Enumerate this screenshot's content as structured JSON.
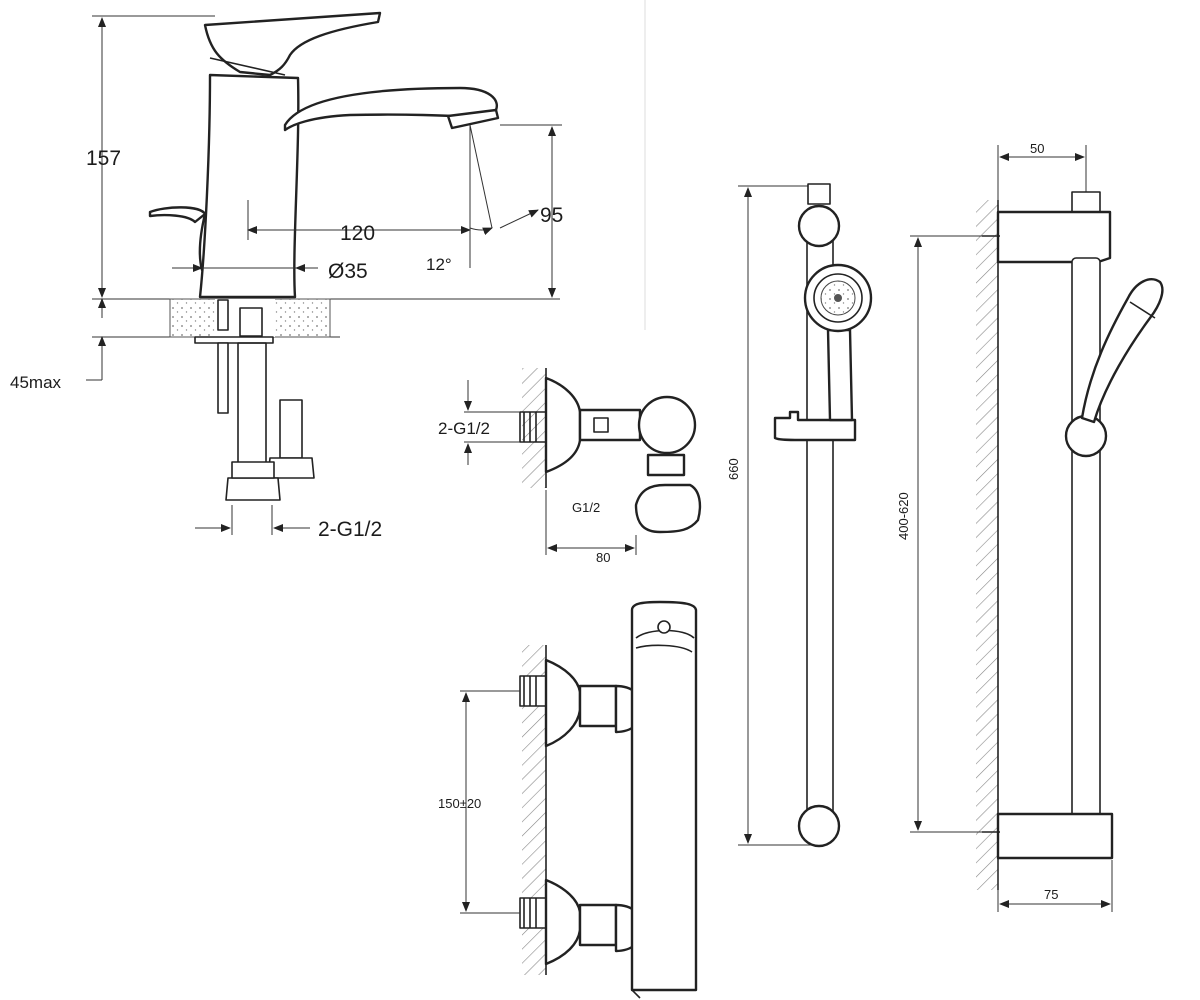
{
  "basin_mixer": {
    "height": "157",
    "spout_reach": "120",
    "spout_clearance": "95",
    "angle": "12°",
    "body_diameter": "Ø35",
    "deck_thickness": "45max",
    "connections": "2-G1/2"
  },
  "shower_mixer_side": {
    "inlet_thread": "2-G1/2",
    "outlet_thread": "G1/2",
    "depth": "80"
  },
  "shower_mixer_front": {
    "inlet_spacing": "150±20"
  },
  "rail_front": {
    "length": "660"
  },
  "rail_side": {
    "wall_offset_top": "50",
    "mount_spacing": "400-620",
    "wall_offset_bottom": "75"
  }
}
